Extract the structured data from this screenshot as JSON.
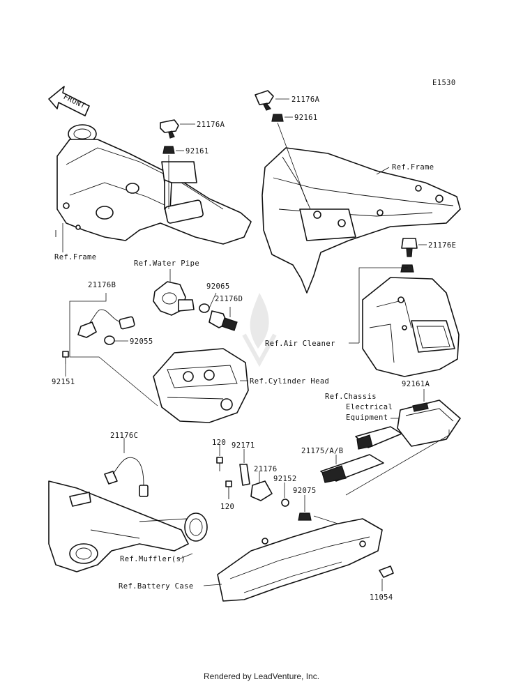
{
  "diagram_code": "E1530",
  "front_arrow_text": "FRONT",
  "labels": {
    "ref_frame_left": "Ref.Frame",
    "ref_frame_right": "Ref.Frame",
    "ref_water_pipe": "Ref.Water Pipe",
    "ref_air_cleaner": "Ref.Air Cleaner",
    "ref_cylinder_head": "Ref.Cylinder Head",
    "ref_chassis_line1": "Ref.Chassis",
    "ref_chassis_line2": "Electrical",
    "ref_chassis_line3": "Equipment",
    "ref_muffler": "Ref.Muffler(s)",
    "ref_battery_case": "Ref.Battery Case"
  },
  "part_numbers": {
    "p21176A_left": "21176A",
    "p92161_left": "92161",
    "p21176A_right": "21176A",
    "p92161_right": "92161",
    "p21176E": "21176E",
    "p21176B": "21176B",
    "p92065": "92065",
    "p21176D": "21176D",
    "p92055": "92055",
    "p92151": "92151",
    "p92161A": "92161A",
    "p21176C": "21176C",
    "p120_top": "120",
    "p92171": "92171",
    "p21176": "21176",
    "p92152": "92152",
    "p21175AB": "21175/A/B",
    "p92075": "92075",
    "p120_bottom": "120",
    "p11054": "11054"
  },
  "footer": "Rendered by LeadVenture, Inc."
}
